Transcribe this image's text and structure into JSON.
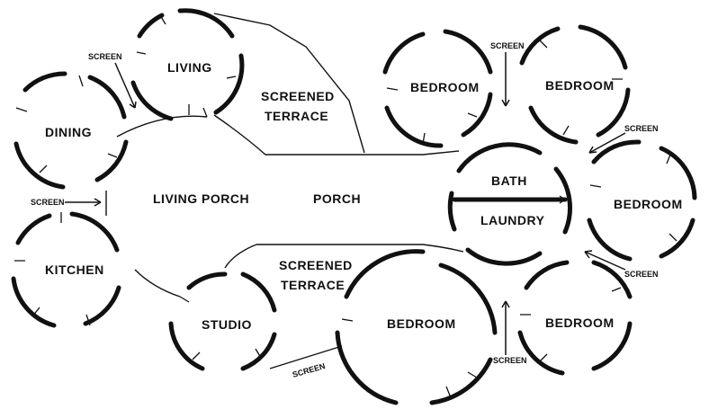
{
  "rooms": {
    "living": "LIVING",
    "dining": "DINING",
    "kitchen": "KITCHEN",
    "studio": "STUDIO",
    "bedroom_top_left": "BEDROOM",
    "bedroom_top_right": "BEDROOM",
    "bedroom_right": "BEDROOM",
    "bedroom_bottom_right": "BEDROOM",
    "bedroom_bottom_center": "BEDROOM",
    "bath": "BATH",
    "laundry": "LAUNDRY"
  },
  "areas": {
    "living_porch": "LIVING PORCH",
    "porch": "PORCH",
    "screened_terrace_top_line1": "SCREENED",
    "screened_terrace_top_line2": "TERRACE",
    "screened_terrace_bottom_line1": "SCREENED",
    "screened_terrace_bottom_line2": "TERRACE"
  },
  "screens": {
    "living_dining": "SCREEN",
    "dining_kitchen": "SCREEN",
    "bedrooms_top": "SCREEN",
    "bedroom_right_top": "SCREEN",
    "bedroom_right_bottom": "SCREEN",
    "bedrooms_bottom": "SCREEN",
    "studio_bedroom": "SCREEN"
  }
}
